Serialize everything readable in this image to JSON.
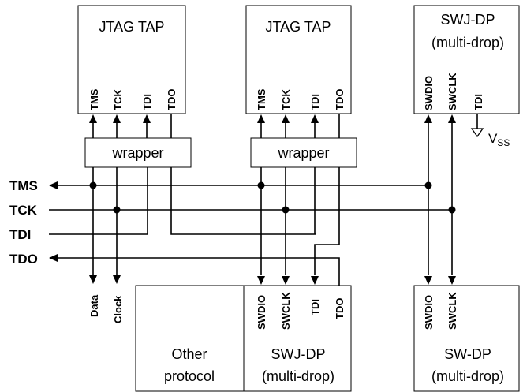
{
  "boxes": {
    "jtag_tap_1": {
      "title": "JTAG TAP",
      "pins": [
        "TMS",
        "TCK",
        "TDI",
        "TDO"
      ]
    },
    "jtag_tap_2": {
      "title": "JTAG TAP",
      "pins": [
        "TMS",
        "TCK",
        "TDI",
        "TDO"
      ]
    },
    "swj_dp_top": {
      "title_line1": "SWJ-DP",
      "title_line2": "(multi-drop)",
      "pins": [
        "SWDIO",
        "SWCLK",
        "TDI"
      ]
    },
    "wrapper_1": {
      "title": "wrapper"
    },
    "wrapper_2": {
      "title": "wrapper"
    },
    "other_protocol": {
      "title_line1": "Other",
      "title_line2": "protocol",
      "pins": [
        "Data",
        "Clock"
      ]
    },
    "swj_dp_bottom": {
      "title_line1": "SWJ-DP",
      "title_line2": "(multi-drop)",
      "pins": [
        "SWDIO",
        "SWCLK",
        "TDI",
        "TDO"
      ]
    },
    "sw_dp_bottom": {
      "title_line1": "SW-DP",
      "title_line2": "(multi-drop)",
      "pins": [
        "SWDIO",
        "SWCLK"
      ]
    }
  },
  "signals": [
    "TMS",
    "TCK",
    "TDI",
    "TDO"
  ],
  "vss": {
    "main": "V",
    "sub": "SS"
  }
}
